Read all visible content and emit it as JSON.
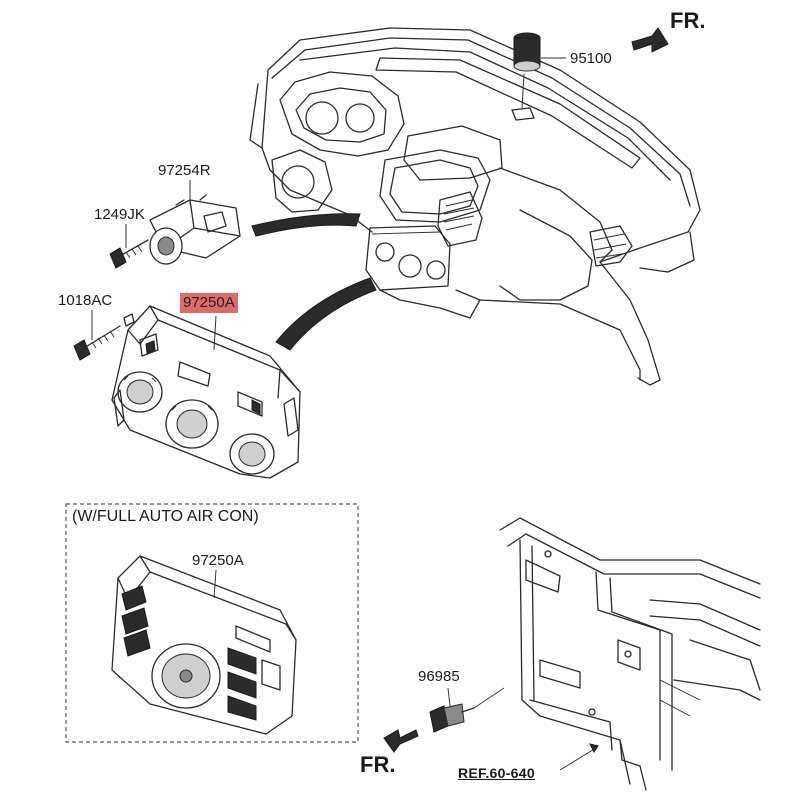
{
  "labels": {
    "p95100": "95100",
    "p97254r": "97254R",
    "p1249jk": "1249JK",
    "p1018ac": "1018AC",
    "p97250a_top": "97250A",
    "p97250a_inset": "97250A",
    "p96985": "96985",
    "fr_top": "FR.",
    "fr_bottom": "FR.",
    "ref": "REF.60-640",
    "inset_note": "(W/FULL AUTO AIR CON)"
  },
  "colors": {
    "highlight": "#e06a6a",
    "line": "#2a2a2a"
  }
}
